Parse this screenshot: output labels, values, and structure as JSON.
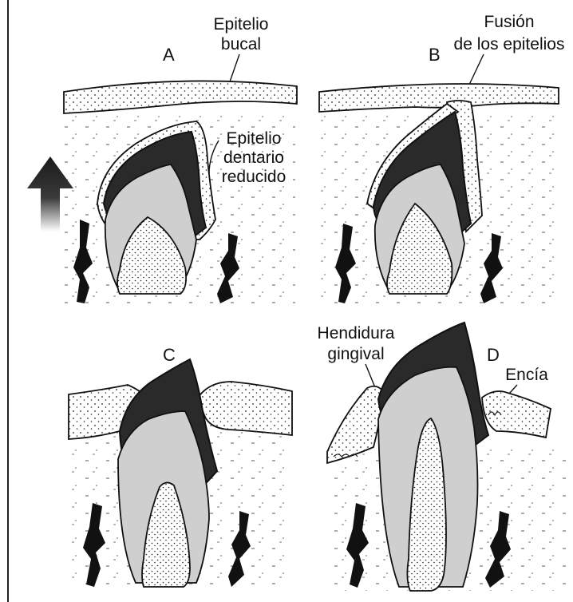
{
  "panels": {
    "a": {
      "letter": "A",
      "label_line1": "Epitelio",
      "label_line2": "bucal",
      "label2_line1": "Epitelio",
      "label2_line2": "dentario",
      "label2_line3": "reducido"
    },
    "b": {
      "letter": "B",
      "label_line1": "Fusión",
      "label_line2": "de los epitelios"
    },
    "c": {
      "letter": "C"
    },
    "d": {
      "letter": "D",
      "label_line1": "Hendidura",
      "label_line2": "gingival",
      "label2": "Encía"
    }
  },
  "icons": {
    "arrow": "eruption-direction-arrow-icon"
  },
  "colors": {
    "enamel": "#2a2a2a",
    "dentin": "#cfcfcf",
    "ink": "#111111",
    "paper": "#ffffff"
  }
}
